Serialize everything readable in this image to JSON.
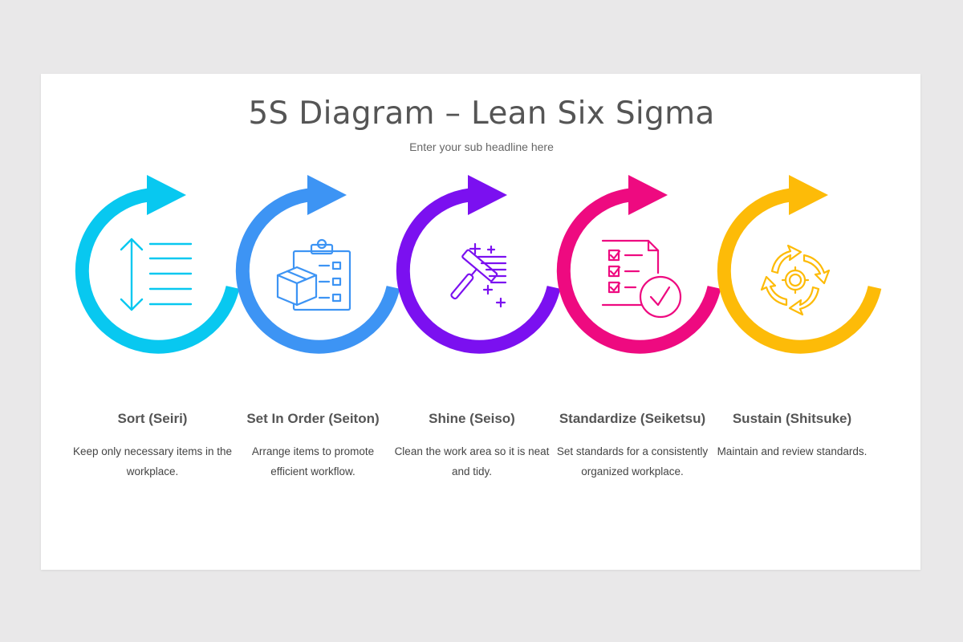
{
  "title": "5S Diagram – Lean Six Sigma",
  "subtitle": "Enter your sub headline here",
  "steps": [
    {
      "name": "Sort (Seiri)",
      "desc": "Keep only necessary items in the workplace.",
      "color": "#08c8f0",
      "icon": "sort-icon"
    },
    {
      "name": "Set In Order (Seiton)",
      "desc": "Arrange items to promote efficient workflow.",
      "color": "#3d94f4",
      "icon": "set-in-order-icon"
    },
    {
      "name": "Shine (Seiso)",
      "desc": "Clean the work area so it is neat and tidy.",
      "color": "#7b10f0",
      "icon": "shine-icon"
    },
    {
      "name": "Standardize (Seiketsu)",
      "desc": "Set standards for a consistently organized workplace.",
      "color": "#ee0a80",
      "icon": "standardize-icon"
    },
    {
      "name": "Sustain (Shitsuke)",
      "desc": "Maintain and review standards.",
      "color": "#fdbb08",
      "icon": "sustain-icon"
    }
  ]
}
